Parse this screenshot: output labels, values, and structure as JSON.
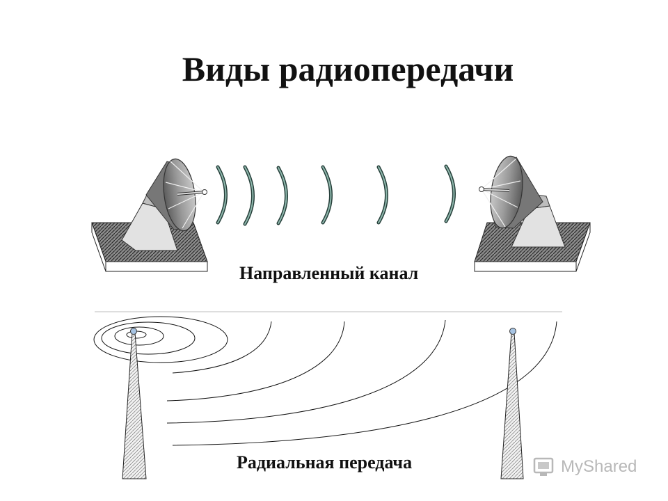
{
  "title": "Виды радиопередачи",
  "captions": {
    "directed": "Направленный канал",
    "radial": "Радиальная передача"
  },
  "watermark": {
    "text": "MyShared"
  },
  "colors": {
    "wave": "#3f7a6e",
    "dish": "#8a8a8a",
    "base": "#6f6f6f"
  }
}
